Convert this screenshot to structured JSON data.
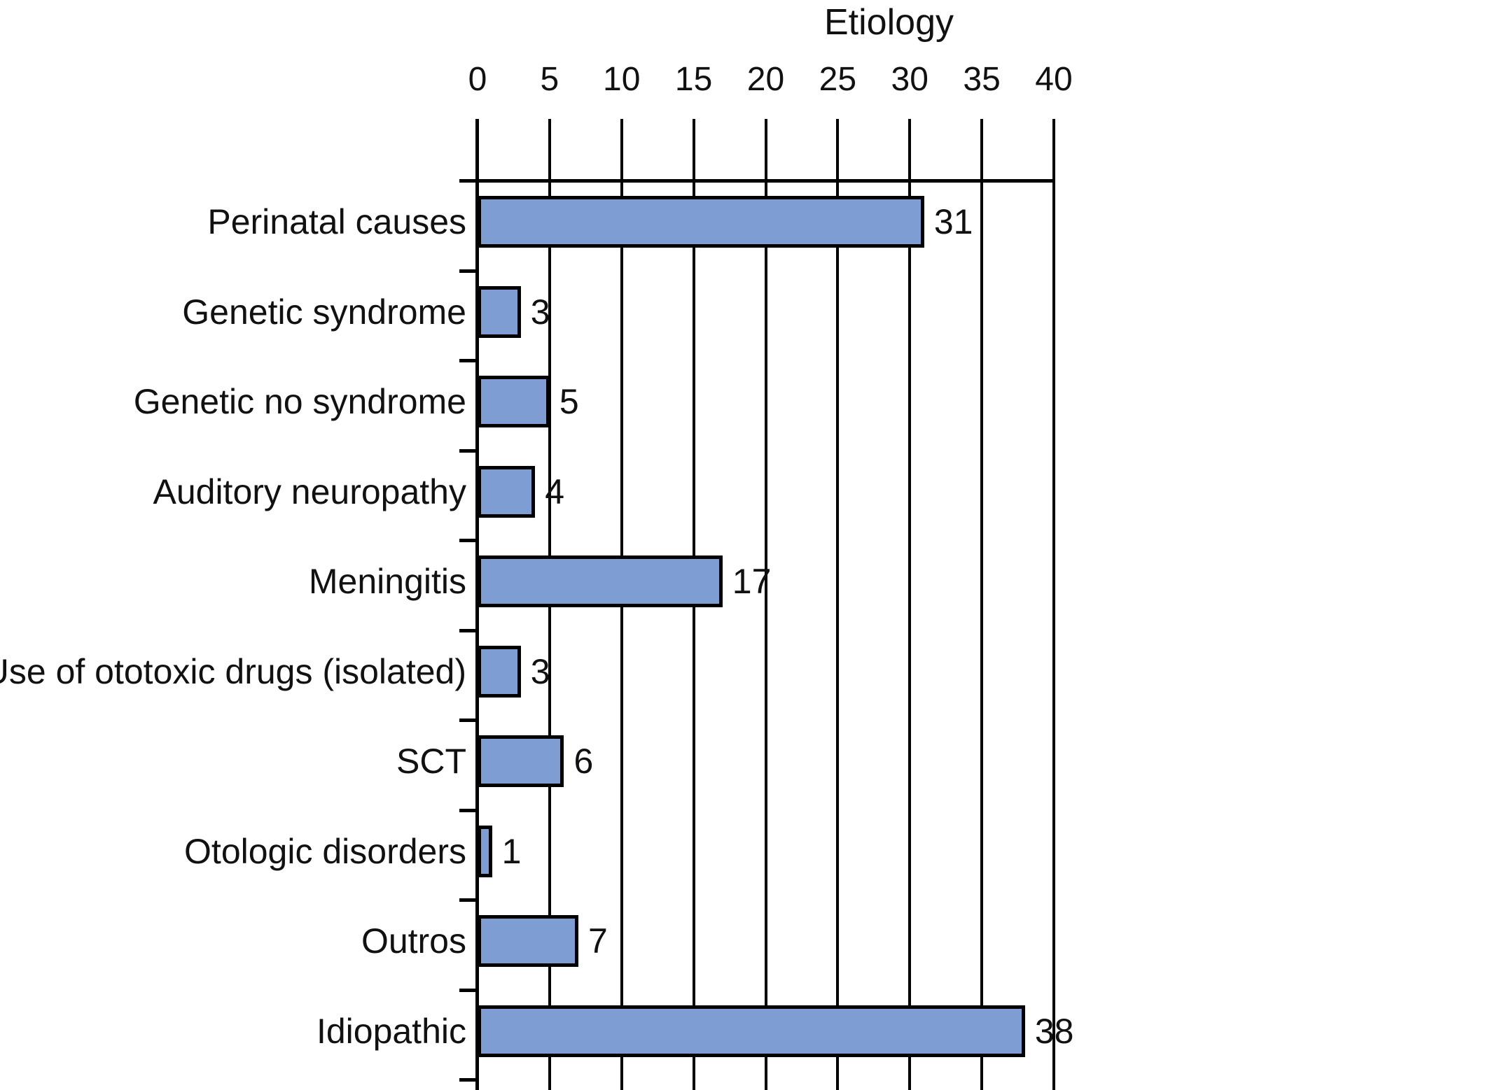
{
  "chart": {
    "title": "Etiology",
    "colors": {
      "bar_fill": "#7e9dd2",
      "bar_border": "#000000",
      "axis": "#000000",
      "text": "#111111"
    },
    "axis": {
      "position": "top",
      "ticks": [
        "0",
        "5",
        "10",
        "15",
        "20",
        "25",
        "30",
        "35",
        "40"
      ],
      "min": 0,
      "max": 40,
      "step": 5
    }
  },
  "chart_data": {
    "type": "bar",
    "orientation": "horizontal",
    "title": "Etiology",
    "xlabel": "",
    "ylabel": "",
    "xlim": [
      0,
      40
    ],
    "xticks": [
      0,
      5,
      10,
      15,
      20,
      25,
      30,
      35,
      40
    ],
    "grid": "vertical",
    "legend": "none",
    "data_labels": true,
    "categories": [
      "Perinatal causes",
      "Genetic syndrome",
      "Genetic no syndrome",
      "Auditory neuropathy",
      "Meningitis",
      "Use of ototoxic drugs (isolated)",
      "SCT",
      "Otologic disorders",
      "Outros",
      "Idiopathic"
    ],
    "values": [
      31,
      3,
      5,
      4,
      17,
      3,
      6,
      1,
      7,
      38
    ],
    "value_labels": [
      "31",
      "3",
      "5",
      "4",
      "17",
      "3",
      "6",
      "1",
      "7",
      "38"
    ]
  }
}
